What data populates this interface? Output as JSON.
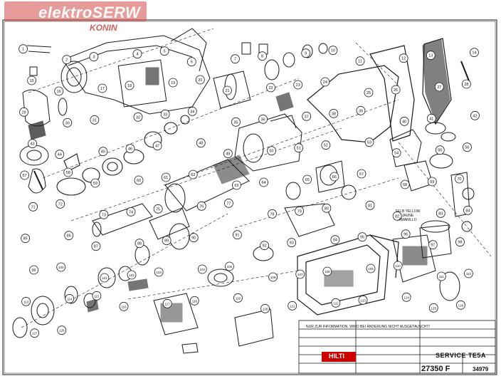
{
  "watermark": {
    "title": "elektroSERW",
    "subtitle": "KONIN"
  },
  "title_block": {
    "notice": "NUR ZUR INFORMATION. WIRD BEI ÄNDERUNG NICHT AUSGETAUSCHT!",
    "company": "HILTI",
    "service_label": "SERVICE TE5A",
    "drawing_number": "27350",
    "revision": "F",
    "sheet_number": "34979"
  },
  "legend_label": "SELB YELLOW JAUNE AMARILLO",
  "part_callouts": [
    "1",
    "2",
    "3",
    "4",
    "5",
    "6",
    "7",
    "8",
    "9",
    "10",
    "11",
    "12",
    "13",
    "14",
    "15",
    "16",
    "17",
    "18",
    "19",
    "20",
    "21",
    "22",
    "23",
    "24",
    "25",
    "26",
    "27",
    "28",
    "29",
    "30",
    "31",
    "32",
    "33",
    "34",
    "35",
    "36",
    "37",
    "38",
    "39",
    "40",
    "41",
    "42",
    "43",
    "44",
    "45",
    "46",
    "47",
    "48",
    "49",
    "50",
    "51",
    "52",
    "53",
    "54",
    "55",
    "56",
    "57",
    "58",
    "59",
    "60",
    "61",
    "62",
    "63",
    "64",
    "65",
    "66",
    "67",
    "68",
    "69",
    "70",
    "71",
    "72",
    "73",
    "74",
    "75",
    "76",
    "77",
    "78",
    "79",
    "80",
    "81",
    "82",
    "83",
    "84",
    "85",
    "86",
    "87",
    "88",
    "89",
    "90",
    "91",
    "92",
    "93",
    "94",
    "95",
    "96",
    "97",
    "98",
    "99",
    "100",
    "101",
    "102",
    "103",
    "104",
    "105",
    "106",
    "107",
    "108",
    "109",
    "110",
    "111",
    "112",
    "113",
    "114",
    "115",
    "116",
    "117",
    "118",
    "119",
    "120",
    "121",
    "122",
    "123",
    "124",
    "125",
    "126",
    "127",
    "128"
  ],
  "colors": {
    "line": "#1a1a1a",
    "watermark": "#d44a4a",
    "brand": "#cc0000"
  }
}
